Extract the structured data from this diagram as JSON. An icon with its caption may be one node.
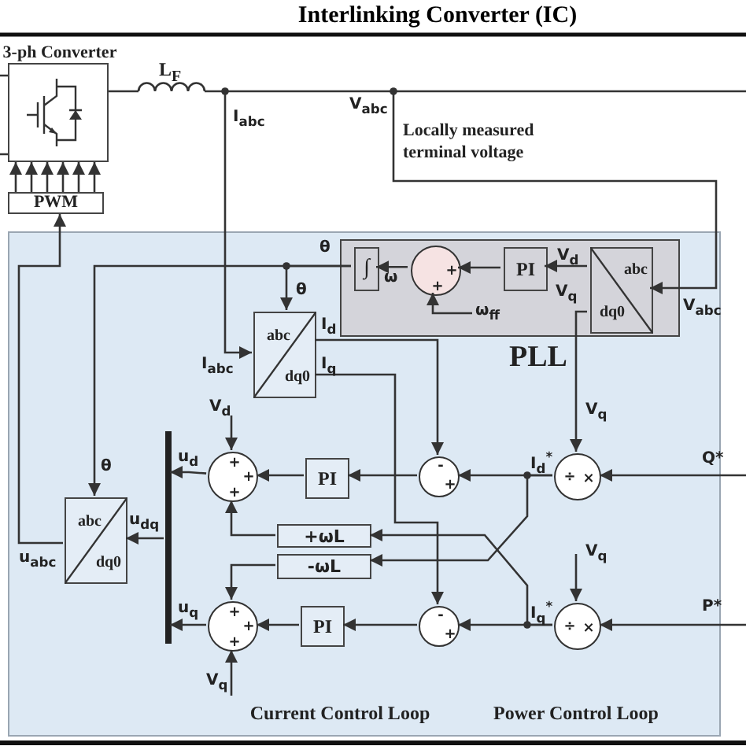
{
  "diagram": {
    "title": "Interlinking Converter (IC)",
    "nodes": [
      {
        "text": [
          "3-ph Converter"
        ]
      },
      {
        "text": [
          "PWM"
        ]
      },
      {
        "text": [
          "Current Control Loop",
          "Power Control Loop"
        ]
      },
      {
        "text": [
          "PLL"
        ],
        "in": 2
      },
      {
        "text": [
          "∫"
        ],
        "in": 3
      },
      {
        "text": [
          "+",
          "+"
        ],
        "in": 3
      },
      {
        "text": [
          "PI"
        ],
        "in": 3
      },
      {
        "text": [
          "abc",
          "dq0"
        ],
        "in": 3
      },
      {
        "text": [
          "abc",
          "dq0"
        ],
        "in": 2
      },
      {
        "text": [
          "abc",
          "dq0"
        ],
        "in": 2
      },
      {
        "text": [],
        "shape": "bar",
        "in": 2
      },
      {
        "text": [
          "+",
          "+",
          "+"
        ],
        "in": 2
      },
      {
        "text": [
          "PI"
        ],
        "in": 2
      },
      {
        "text": [
          "-",
          "+"
        ],
        "in": 2
      },
      {
        "text": [
          "+ωL"
        ],
        "in": 2
      },
      {
        "text": [
          "-ωL"
        ],
        "in": 2
      },
      {
        "text": [
          "+",
          "+",
          "+"
        ],
        "in": 2
      },
      {
        "text": [
          "PI"
        ],
        "in": 2
      },
      {
        "text": [
          "-",
          "+"
        ],
        "in": 2
      },
      {
        "text": [
          "÷",
          "×"
        ],
        "in": 2
      },
      {
        "text": [
          "÷",
          "×"
        ],
        "in": 2
      }
    ],
    "edges": [
      {
        "from": 1,
        "to": 0,
        "arrow": "to"
      },
      {
        "from": 1,
        "to": 0,
        "arrow": "to"
      },
      {
        "from": 1,
        "to": 0,
        "arrow": "to"
      },
      {
        "from": 1,
        "to": 0,
        "arrow": "to"
      },
      {
        "from": 1,
        "to": 0,
        "arrow": "to"
      },
      {
        "from": 1,
        "to": 0,
        "arrow": "to"
      },
      {
        "from": null,
        "to": 8,
        "arrow": "to",
        "label": "I$_{abc}$"
      },
      {
        "from": null,
        "to": 7,
        "arrow": "to",
        "label": "V$_{abc}$"
      },
      {
        "from": 7,
        "to": 6,
        "arrow": "to",
        "label": "V$_{d}$"
      },
      {
        "from": 6,
        "to": 5,
        "arrow": "to"
      },
      {
        "from": 5,
        "to": 4,
        "arrow": "to",
        "label": "ω"
      },
      {
        "from": null,
        "to": 5,
        "arrow": "to",
        "label": "ω$_{ff}$"
      },
      {
        "from": 4,
        "to": 8,
        "arrow": "to",
        "label": "θ"
      },
      {
        "from": 4,
        "to": 9,
        "arrow": "to",
        "label": "θ"
      },
      {
        "from": 8,
        "to": 13,
        "arrow": "to",
        "label": "I$_{d}$"
      },
      {
        "from": 8,
        "to": 18,
        "arrow": "to",
        "label": "I$_{q}$"
      },
      {
        "from": 7,
        "to": 19,
        "arrow": "to",
        "label": "V$_{q}$"
      },
      {
        "from": null,
        "to": 20,
        "arrow": "to",
        "label": "V$_{q}$"
      },
      {
        "from": null,
        "to": 19,
        "arrow": "to",
        "label": "Q*"
      },
      {
        "from": null,
        "to": 20,
        "arrow": "to",
        "label": "P*"
      },
      {
        "from": 19,
        "to": 13,
        "arrow": "to",
        "label": "I$_{d}$$^{*}$"
      },
      {
        "from": 19,
        "to": 15,
        "arrow": "to"
      },
      {
        "from": 20,
        "to": 18,
        "arrow": "to",
        "label": "I$_{q}$$^{*}$"
      },
      {
        "from": 20,
        "to": 14,
        "arrow": "to"
      },
      {
        "from": 13,
        "to": 12,
        "arrow": "to"
      },
      {
        "from": 18,
        "to": 17,
        "arrow": "to"
      },
      {
        "from": 12,
        "to": 11,
        "arrow": "to"
      },
      {
        "from": 17,
        "to": 16,
        "arrow": "to"
      },
      {
        "from": 14,
        "to": 11,
        "arrow": "to"
      },
      {
        "from": 15,
        "to": 16,
        "arrow": "to"
      },
      {
        "from": null,
        "to": 11,
        "arrow": "to",
        "label": "V$_{d}$"
      },
      {
        "from": null,
        "to": 16,
        "arrow": "to",
        "label": "V$_{q}$"
      },
      {
        "from": 11,
        "to": 10,
        "arrow": "to",
        "label": "u$_{d}$"
      },
      {
        "from": 16,
        "to": 10,
        "arrow": "to",
        "label": "u$_{q}$"
      },
      {
        "from": 10,
        "to": 9,
        "arrow": "to",
        "label": "u$_{dq}$"
      },
      {
        "from": 9,
        "to": 1,
        "arrow": "to",
        "label": "u$_{abc}$"
      }
    ],
    "labels": [
      "L$_{F}$",
      "Locally measured terminal voltage",
      "θ",
      "V$_{q}$",
      "V$_{abc}$",
      "I$_{abc}$"
    ]
  }
}
